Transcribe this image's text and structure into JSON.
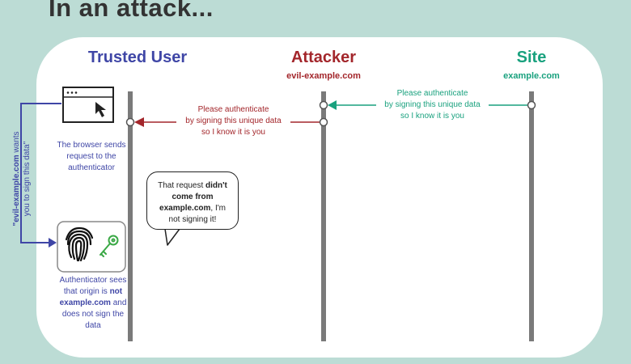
{
  "title": "In an attack...",
  "columns": {
    "trusted_user": {
      "label": "Trusted User",
      "color": "#3f46a6"
    },
    "attacker": {
      "label": "Attacker",
      "domain": "evil-example.com",
      "color": "#a3262b"
    },
    "site": {
      "label": "Site",
      "domain": "example.com",
      "color": "#19a17e"
    }
  },
  "messages": {
    "site_to_attacker": [
      "Please authenticate",
      "by signing this unique data",
      "so I know it is you"
    ],
    "attacker_to_user": [
      "Please authenticate",
      "by signing this unique data",
      "so I know it is you"
    ]
  },
  "notes": {
    "browser_sends": [
      "The browser sends",
      "request to the",
      "authenticator"
    ],
    "authenticator": {
      "l1": "Authenticator sees",
      "l2a": "that origin is ",
      "l2b": "not",
      "l3": "example.com",
      "l3b": " and",
      "l4": "does not sign the",
      "l5": "data"
    },
    "side_bold": "\"evil-example.com",
    "side_rest": " wants",
    "side_line2": "you to sign this data\""
  },
  "bubble": {
    "p1": "That request ",
    "b1": "didn't",
    "b2": "come from",
    "b3": "example.com",
    "p2": ", I'm",
    "p3": "not signing it!"
  },
  "icons": [
    "browser-window-icon",
    "cursor-arrow-icon",
    "fingerprint-icon",
    "key-icon"
  ]
}
